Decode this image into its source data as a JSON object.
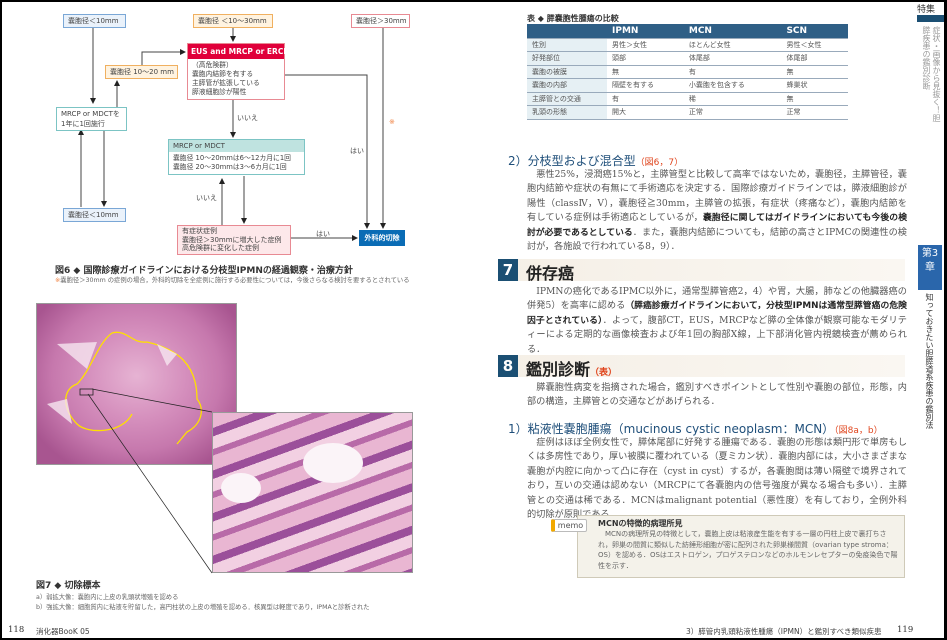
{
  "left_page": {
    "flowchart": {
      "cyst_lt10_top": "嚢胞径＜10mm",
      "cyst_10_30": "嚢胞径 ＜10～30mm",
      "cyst_gt30": "嚢胞径＞30mm",
      "eus_header": "EUS and MRCP or ERCP",
      "eus_body": [
        "（高危険群）",
        "嚢胞内結節を有する",
        "主膵管が拡張している",
        "膵液細胞診が陽性"
      ],
      "cyst_10_20": "嚢胞径 10～20 mm",
      "mrcp_yearly": [
        "MRCP or MDCTを",
        "1年に1回施行"
      ],
      "mrcp_header": "MRCP or MDCT",
      "mrcp_body": [
        "嚢胞径 10～20mmは6～12カ月に1回",
        "嚢胞径 20～30mmは3～6カ月に1回"
      ],
      "cyst_lt10_bottom": "嚢胞径＜10mm",
      "symptomatic": [
        "有症状症例",
        "嚢胞径＞30mmに増大した症例",
        "高危険群に変化した症例"
      ],
      "surgery": "外科的切除",
      "no_1": "いいえ",
      "no_2": "いいえ",
      "yes_1": "はい",
      "yes_2": "はい",
      "asterisk": "※"
    },
    "fig6_caption": "図6 ◆ 国際診療ガイドラインにおける分枝型IPMNの経過観察・治療方針",
    "fig6_note_mark": "※",
    "fig6_note": "嚢胞径＞30mm の症例の場合，外科的切除を全症例に施行する必要性については，今後さらなる検討を要するとされている",
    "fig7_caption": "図7 ◆ 切除標本",
    "fig7_a": "a）弱拡大像：嚢胞内に上皮の乳頭状増殖を認める",
    "fig7_b": "b）強拡大像：細胞質内に粘液を貯留した，高円柱状の上皮の増殖を認める．核異型は軽度であり，IPMAと診断された",
    "page_number": "118",
    "footer": "消化器BooK 05"
  },
  "right_page": {
    "table": {
      "title": "表 ◆ 膵嚢胞性腫瘍の比較",
      "headers": [
        "",
        "IPMN",
        "MCN",
        "SCN"
      ],
      "rows": [
        [
          "性別",
          "男性＞女性",
          "ほとんど女性",
          "男性＜女性"
        ],
        [
          "好発部位",
          "頭部",
          "体尾部",
          "体尾部"
        ],
        [
          "嚢胞の被膜",
          "無",
          "有",
          "無"
        ],
        [
          "嚢胞の内部",
          "隔壁を有する",
          "小嚢胞を包含する",
          "蜂巣状"
        ],
        [
          "主膵管との交通",
          "有",
          "稀",
          "無"
        ],
        [
          "乳頭の形態",
          "開大",
          "正常",
          "正常"
        ]
      ]
    },
    "sub2": {
      "title": "2）分枝型および混合型",
      "ref": "（図6，7）",
      "text1": "悪性25%，浸潤癌15%と，主膵管型と比較して高率ではないため，嚢胞径，主膵管径，嚢胞内結節や症状の有無にて手術適応を決定する．国際診療ガイドラインでは，膵液細胞診が陽性（classⅣ，Ⅴ），嚢胞径≧30mm，主膵管の拡張，有症状（疼痛など），嚢胞内結節を有している症例は手術適応としているが，",
      "bold": "嚢胞径に関してはガイドラインにおいても今後の検討が必要であるとしている",
      "text2": "．また，嚢胞内結節についても，結節の高さとIPMCの関連性の検討が，各施設で行われている8，9）．"
    },
    "sec7": {
      "num": "7",
      "title": "併存癌",
      "text1": "IPMNの癌化であるIPMC以外に，通常型膵管癌2，4）や胃，大腸，肺などの他臓器癌の併発5）を高率に認める",
      "bold": "（膵癌診療ガイドラインにおいて，分枝型IPMNは通常型膵管癌の危険因子とされている）",
      "text2": "．よって，腹部CT，EUS，MRCPなど膵の全体像が観察可能なモダリティーによる定期的な画像検査および年1回の胸部X線，上下部消化管内視鏡検査が薦められる．"
    },
    "sec8": {
      "num": "8",
      "title": "鑑別診断",
      "ref": "（表）",
      "text": "膵嚢胞性病変を指摘された場合，鑑別すべきポイントとして性別や嚢胞の部位，形態，内部の構造，主膵管との交通などがあげられる．"
    },
    "sub1": {
      "title": "1）粘液性嚢胞腫瘍（mucinous cystic neoplasm：MCN）",
      "ref": "（図8a，b）",
      "text": "症例はほぼ全例女性で，膵体尾部に好発する腫瘍である．嚢胞の形態は類円形で単房もしくは多房性であり，厚い被膜に覆われている（夏ミカン状）．嚢胞内部には，大小さまざまな嚢胞が内腔に向かって凸に存在（cyst in cyst）するが，各嚢胞間は薄い隔壁で境界されており，互いの交通は認めない（MRCPにて各嚢胞内の信号強度が異なる場合も多い）．主膵管との交通は稀である．MCNはmalignant potential（悪性度）を有しており，全例外科的切除が原則である．"
    },
    "memo": {
      "tag": "memo",
      "title": "MCNの特徴的病理所見",
      "text": "MCNの病理所見の特徴として，嚢胞上皮は粘液産生能を有する一層の円柱上皮で裏打ちされ，卵巣の間質に類似した紡錘形細胞が密に配列された卵巣様間質（ovarian type stroma：OS）を認める．OSはエストロゲン，プロゲステロンなどのホルモンレセプターの免疫染色で陽性を示す．"
    },
    "side_tab": {
      "special": "特集",
      "special_title": "症状・画像から見抜く！胆膵疾患の鑑別診断",
      "chapter": "第3章",
      "chapter_title": "知っておきたい胆膵道系疾患の鑑別法"
    },
    "footer": "3）膵管内乳頭粘液性腫瘍（IPMN）と鑑別すべき類似疾患",
    "page_number": "119"
  },
  "colors": {
    "accent_blue": "#1b4f73",
    "table_header": "#2f5f86",
    "eus_red": "#e0003a",
    "surgery_blue": "#0a6cb5",
    "ref_red": "#e0461e"
  }
}
